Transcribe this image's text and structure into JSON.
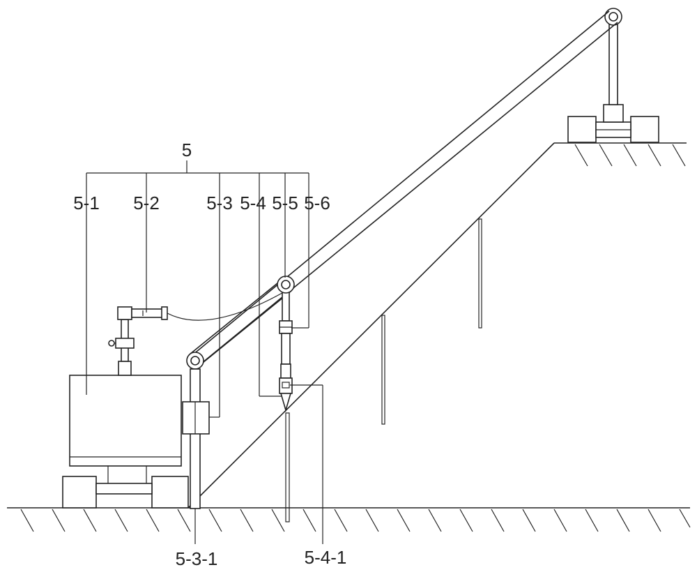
{
  "labels": {
    "group": "5",
    "l5_1": "5-1",
    "l5_2": "5-2",
    "l5_3": "5-3",
    "l5_4": "5-4",
    "l5_5": "5-5",
    "l5_6": "5-6",
    "l5_3_1": "5-3-1",
    "l5_4_1": "5-4-1"
  },
  "colors": {
    "line": "#222222",
    "background": "#ffffff"
  }
}
